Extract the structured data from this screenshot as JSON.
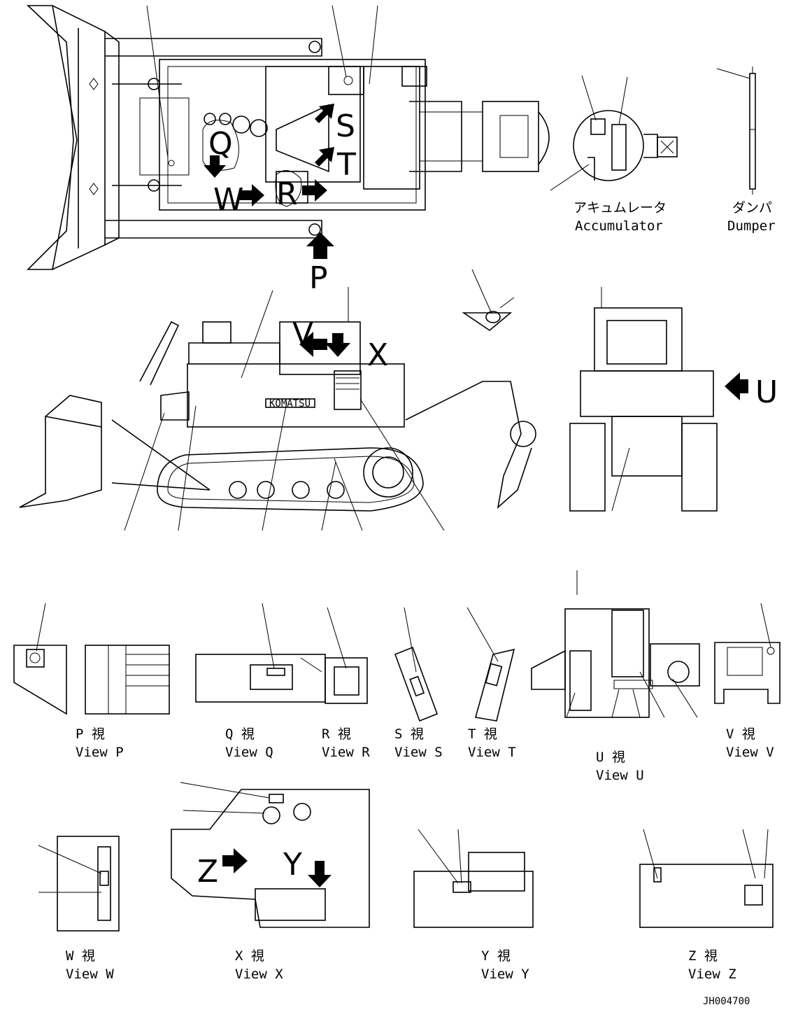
{
  "callouts": {
    "p": "P",
    "q": "Q",
    "r": "R",
    "s": "S",
    "t": "T",
    "u": "U",
    "v": "V",
    "w": "W",
    "x": "X",
    "y": "Y",
    "z": "Z"
  },
  "parts": {
    "accumulator_jp": "アキュムレータ",
    "accumulator_en": "Accumulator",
    "dumper_jp": "ダンパ",
    "dumper_en": "Dumper"
  },
  "views": {
    "p": {
      "jp": "P  視",
      "en": "View P"
    },
    "q": {
      "jp": "Q  視",
      "en": "View Q"
    },
    "r": {
      "jp": "R  視",
      "en": "View R"
    },
    "s": {
      "jp": "S  視",
      "en": "View S"
    },
    "t": {
      "jp": "T  視",
      "en": "View T"
    },
    "u": {
      "jp": "U  視",
      "en": "View U"
    },
    "v": {
      "jp": "V  視",
      "en": "View V"
    },
    "w": {
      "jp": "W  視",
      "en": "View W"
    },
    "x": {
      "jp": "X  視",
      "en": "View X"
    },
    "y": {
      "jp": "Y  視",
      "en": "View Y"
    },
    "z": {
      "jp": "Z  視",
      "en": "View Z"
    }
  },
  "brand_plate": "KOMATSU",
  "drawing_number": "JH004700"
}
